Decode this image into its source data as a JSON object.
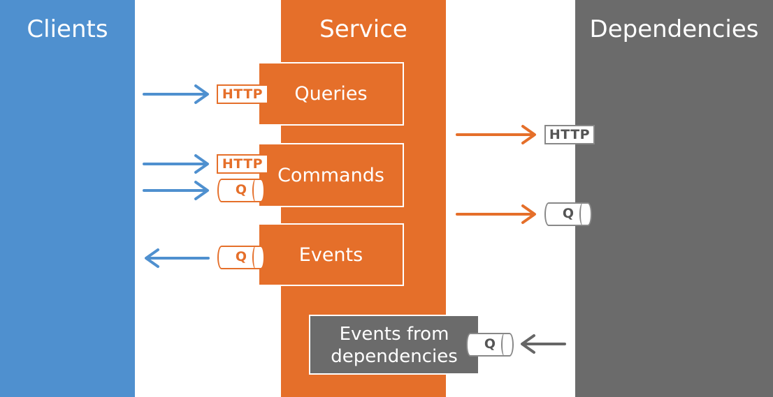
{
  "colors": {
    "clients": "#4f90cf",
    "service": "#e56f2a",
    "dependencies": "#6b6b6b",
    "arrow_blue": "#4f90cf",
    "arrow_orange": "#e56f2a",
    "arrow_gray": "#666666"
  },
  "columns": {
    "clients": "Clients",
    "service": "Service",
    "dependencies": "Dependencies"
  },
  "boxes": {
    "queries": "Queries",
    "commands": "Commands",
    "events": "Events",
    "events_from_deps_line1": "Events from",
    "events_from_deps_line2": "dependencies"
  },
  "tags": {
    "http": "HTTP",
    "queue": "Q"
  },
  "icons": [
    "arrow-right-icon",
    "arrow-left-icon",
    "queue-icon"
  ]
}
